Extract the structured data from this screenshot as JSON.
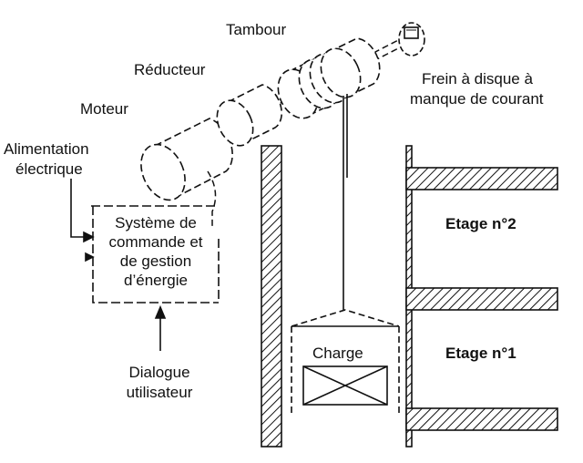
{
  "labels": {
    "tambour": "Tambour",
    "reducteur": "Réducteur",
    "moteur": "Moteur",
    "alimentation_line1": "Alimentation",
    "alimentation_line2": "électrique",
    "frein_line1": "Frein à disque à",
    "frein_line2": "manque de courant",
    "systeme_line1": "Système de",
    "systeme_line2": "commande et",
    "systeme_line3": "de gestion",
    "systeme_line4": "d’énergie",
    "dialogue_line1": "Dialogue",
    "dialogue_line2": "utilisateur",
    "charge": "Charge",
    "etage2": "Etage n°2",
    "etage1": "Etage n°1"
  }
}
